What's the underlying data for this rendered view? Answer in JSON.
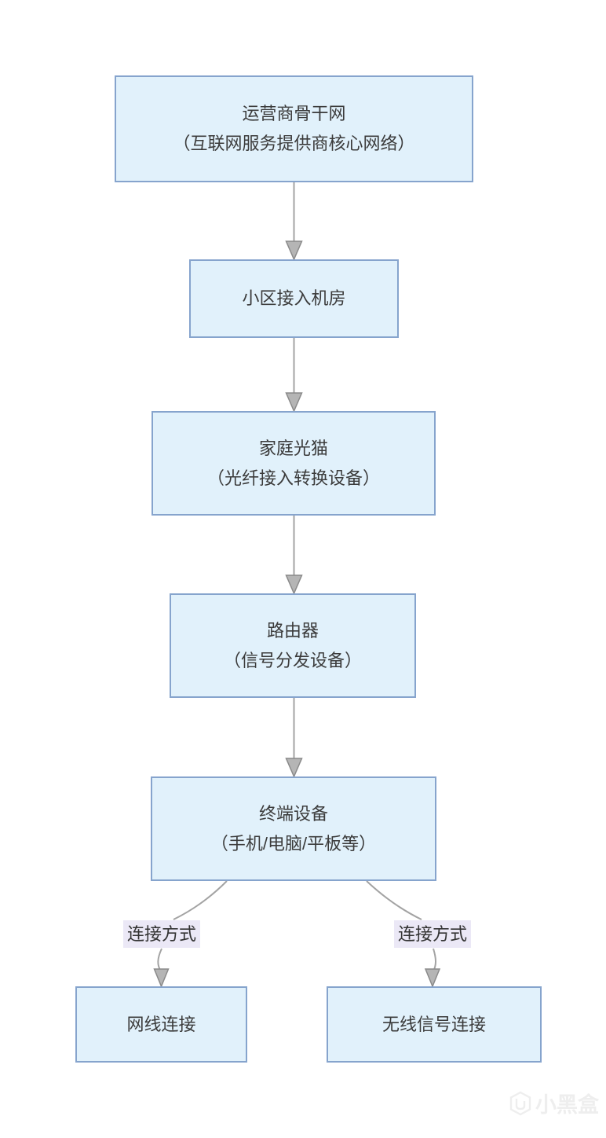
{
  "diagram_type": "flowchart-top-down",
  "colors": {
    "node_fill": "#e1f1fb",
    "node_border": "#86a4cd",
    "node_text": "#3b3b3b",
    "edge_line": "#a3a3a3",
    "arrowhead_fill": "#b5b5b5",
    "arrowhead_stroke": "#8a8a8a",
    "edge_label_bg": "#ebe8f6",
    "edge_label_text": "#333333",
    "watermark": "#eeeeee",
    "background": "#ffffff"
  },
  "nodes": [
    {
      "title": "运营商骨干网",
      "subtitle": "（互联网服务提供商核心网络）"
    },
    {
      "title": "小区接入机房"
    },
    {
      "title": "家庭光猫",
      "subtitle": "（光纤接入转换设备）"
    },
    {
      "title": "路由器",
      "subtitle": "（信号分发设备）"
    },
    {
      "title": "终端设备",
      "subtitle": "（手机/电脑/平板等）"
    },
    {
      "title": "网线连接"
    },
    {
      "title": "无线信号连接"
    }
  ],
  "edges": [
    {
      "from": "运营商骨干网",
      "to": "小区接入机房",
      "label": ""
    },
    {
      "from": "小区接入机房",
      "to": "家庭光猫",
      "label": ""
    },
    {
      "from": "家庭光猫",
      "to": "路由器",
      "label": ""
    },
    {
      "from": "路由器",
      "to": "终端设备",
      "label": ""
    },
    {
      "from": "终端设备",
      "to": "网线连接",
      "label": "连接方式"
    },
    {
      "from": "终端设备",
      "to": "无线信号连接",
      "label": "连接方式"
    }
  ],
  "edge_labels": [
    {
      "text": "连接方式"
    },
    {
      "text": "连接方式"
    }
  ],
  "watermark": {
    "text": "小黑盒"
  }
}
